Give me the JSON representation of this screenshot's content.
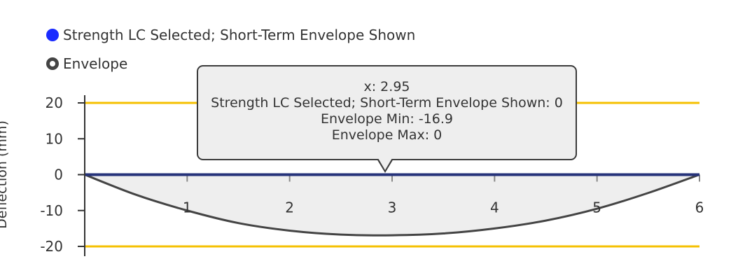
{
  "chart_data": {
    "type": "area",
    "ylabel": "Deflection (mm)",
    "xlabel": "",
    "xlim": [
      0,
      6
    ],
    "ylim": [
      -20,
      20
    ],
    "x_ticks": [
      "1",
      "2",
      "3",
      "4",
      "5",
      "6"
    ],
    "y_ticks": [
      "20",
      "10",
      "0",
      "-10",
      "-20"
    ],
    "limits": [
      20,
      -20
    ],
    "limit_color": "#f5c000",
    "series": [
      {
        "name": "Strength LC Selected; Short-Term Envelope Shown",
        "color": "#1a2bff",
        "line_color": "#26337a",
        "x": [
          0,
          1,
          2,
          3,
          4,
          5,
          6
        ],
        "y": [
          0,
          0,
          0,
          0,
          0,
          0,
          0
        ]
      },
      {
        "name": "Envelope",
        "color": "#444444",
        "fill": "#eeeeee",
        "x": [
          0,
          0.5,
          1,
          1.5,
          2,
          2.5,
          3,
          3.5,
          4,
          4.5,
          5,
          5.5,
          6
        ],
        "min": [
          0,
          -5.6,
          -10.0,
          -13.5,
          -15.6,
          -16.7,
          -16.9,
          -16.4,
          -15.0,
          -12.8,
          -9.5,
          -5.1,
          0
        ],
        "max": [
          0,
          0,
          0,
          0,
          0,
          0,
          0,
          0,
          0,
          0,
          0,
          0,
          0
        ]
      }
    ]
  },
  "tooltip": {
    "x_line": "x: 2.95",
    "series_line": "Strength LC Selected; Short-Term Envelope Shown: 0",
    "min_line": "Envelope Min: -16.9",
    "max_line": "Envelope Max: 0",
    "x_value": 2.95
  }
}
